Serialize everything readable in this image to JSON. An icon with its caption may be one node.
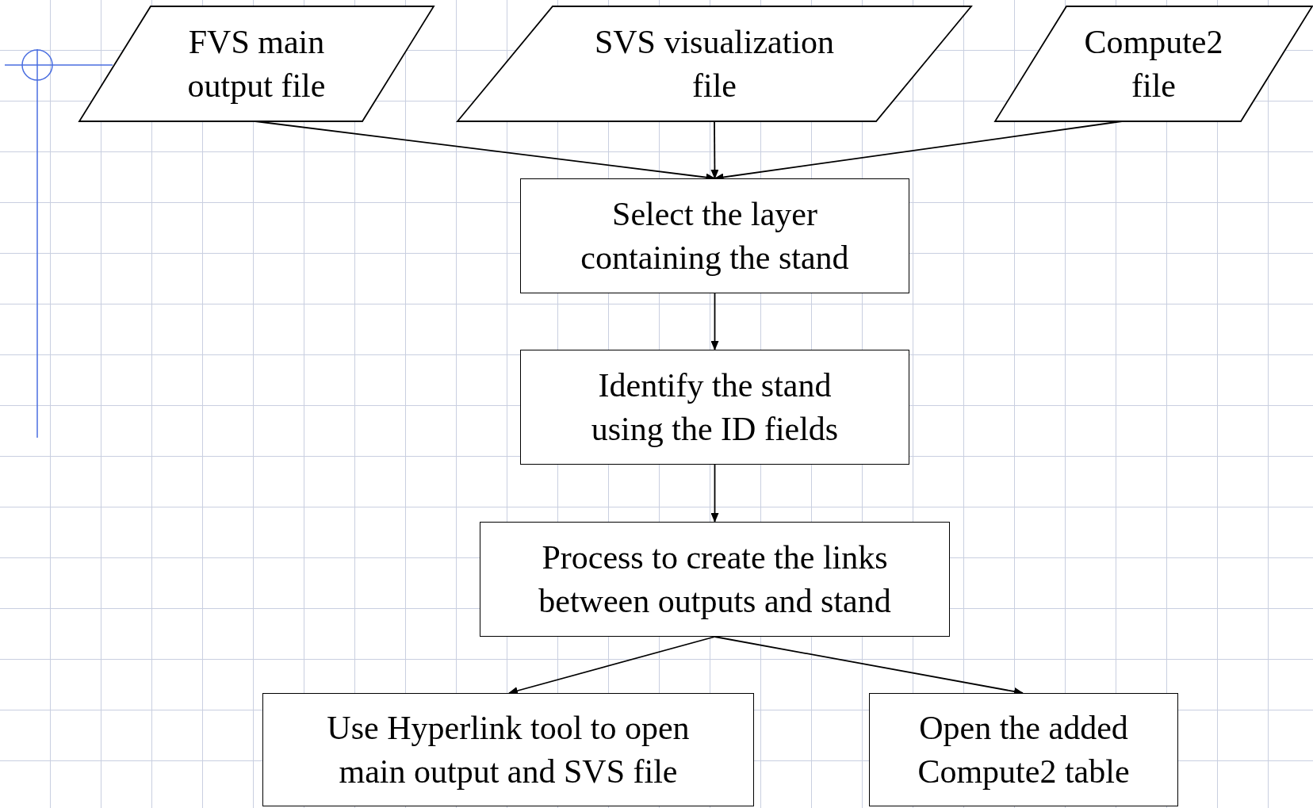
{
  "diagram": {
    "nodes": [
      {
        "text": [
          "FVS main output file"
        ]
      },
      {
        "text": [
          "SVS visualization file"
        ]
      },
      {
        "text": [
          "Compute2 file"
        ]
      },
      {
        "text": [
          "Select the layer containing the stand"
        ]
      },
      {
        "text": [
          "Identify the stand using the ID fields"
        ]
      },
      {
        "text": [
          "Process to create the links between outputs and stand"
        ]
      },
      {
        "text": [
          "Use Hyperlink tool to open main output and SVS file"
        ]
      },
      {
        "text": [
          "Open the added Compute2 table"
        ]
      }
    ],
    "edges": [
      {
        "from": 0,
        "to": 3,
        "arrow": "to"
      },
      {
        "from": 1,
        "to": 3,
        "arrow": "to"
      },
      {
        "from": 2,
        "to": 3,
        "arrow": "to"
      },
      {
        "from": 3,
        "to": 4,
        "arrow": "to"
      },
      {
        "from": 4,
        "to": 5,
        "arrow": "to"
      },
      {
        "from": 5,
        "to": 6,
        "arrow": "to"
      },
      {
        "from": 5,
        "to": 7,
        "arrow": "to"
      }
    ]
  }
}
